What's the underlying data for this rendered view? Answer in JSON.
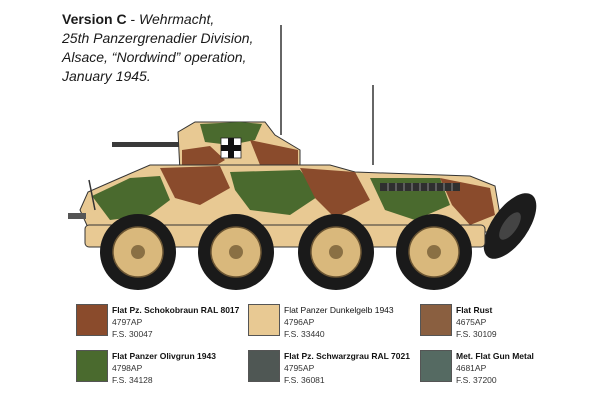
{
  "caption": {
    "version": "Version C",
    "sep": " - ",
    "line1": "Wehrmacht,",
    "line2": "25th Panzergrenadier Division,",
    "line3": "Alsace, “Nordwind” operation,",
    "line4": "January 1945."
  },
  "colors": [
    {
      "name": "Flat Pz. Schokobraun RAL 8017",
      "code": "4797AP",
      "fs": "F.S. 30047",
      "hex": "#8a4b2c"
    },
    {
      "name": "Flat Panzer Dunkelgelb 1943",
      "code": "4796AP",
      "fs": "F.S. 33440",
      "hex": "#e8c993"
    },
    {
      "name": "Flat Rust",
      "code": "4675AP",
      "fs": "F.S. 30109",
      "hex": "#8a5f40"
    },
    {
      "name": "Flat Panzer Olivgrun 1943",
      "code": "4798AP",
      "fs": "F.S. 34128",
      "hex": "#4a6a2e"
    },
    {
      "name": "Flat Pz. Schwarzgrau RAL 7021",
      "code": "4795AP",
      "fs": "F.S. 36081",
      "hex": "#4f5754"
    },
    {
      "name": "Met. Flat Gun Metal",
      "code": "4681AP",
      "fs": "F.S. 37200",
      "hex": "#556a62"
    }
  ]
}
